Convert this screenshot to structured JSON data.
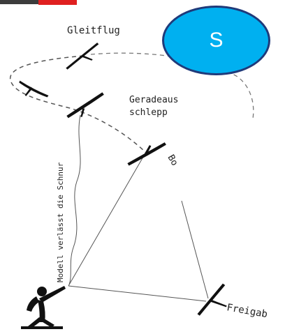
{
  "header": {
    "title_fragment": "...",
    "accent_color": "#e02020"
  },
  "badge": {
    "letter": "S",
    "fill": "#00b0f0",
    "border": "#1f3a7a"
  },
  "diagram": {
    "labels": {
      "gleitflug": "Gleitflug",
      "geradeaus_line1": "Geradeaus",
      "geradeaus_line2": "schlepp",
      "bogen": "Bo",
      "freigabe": "Freigab",
      "schnur": "Modell verlässt die Schnur"
    }
  }
}
